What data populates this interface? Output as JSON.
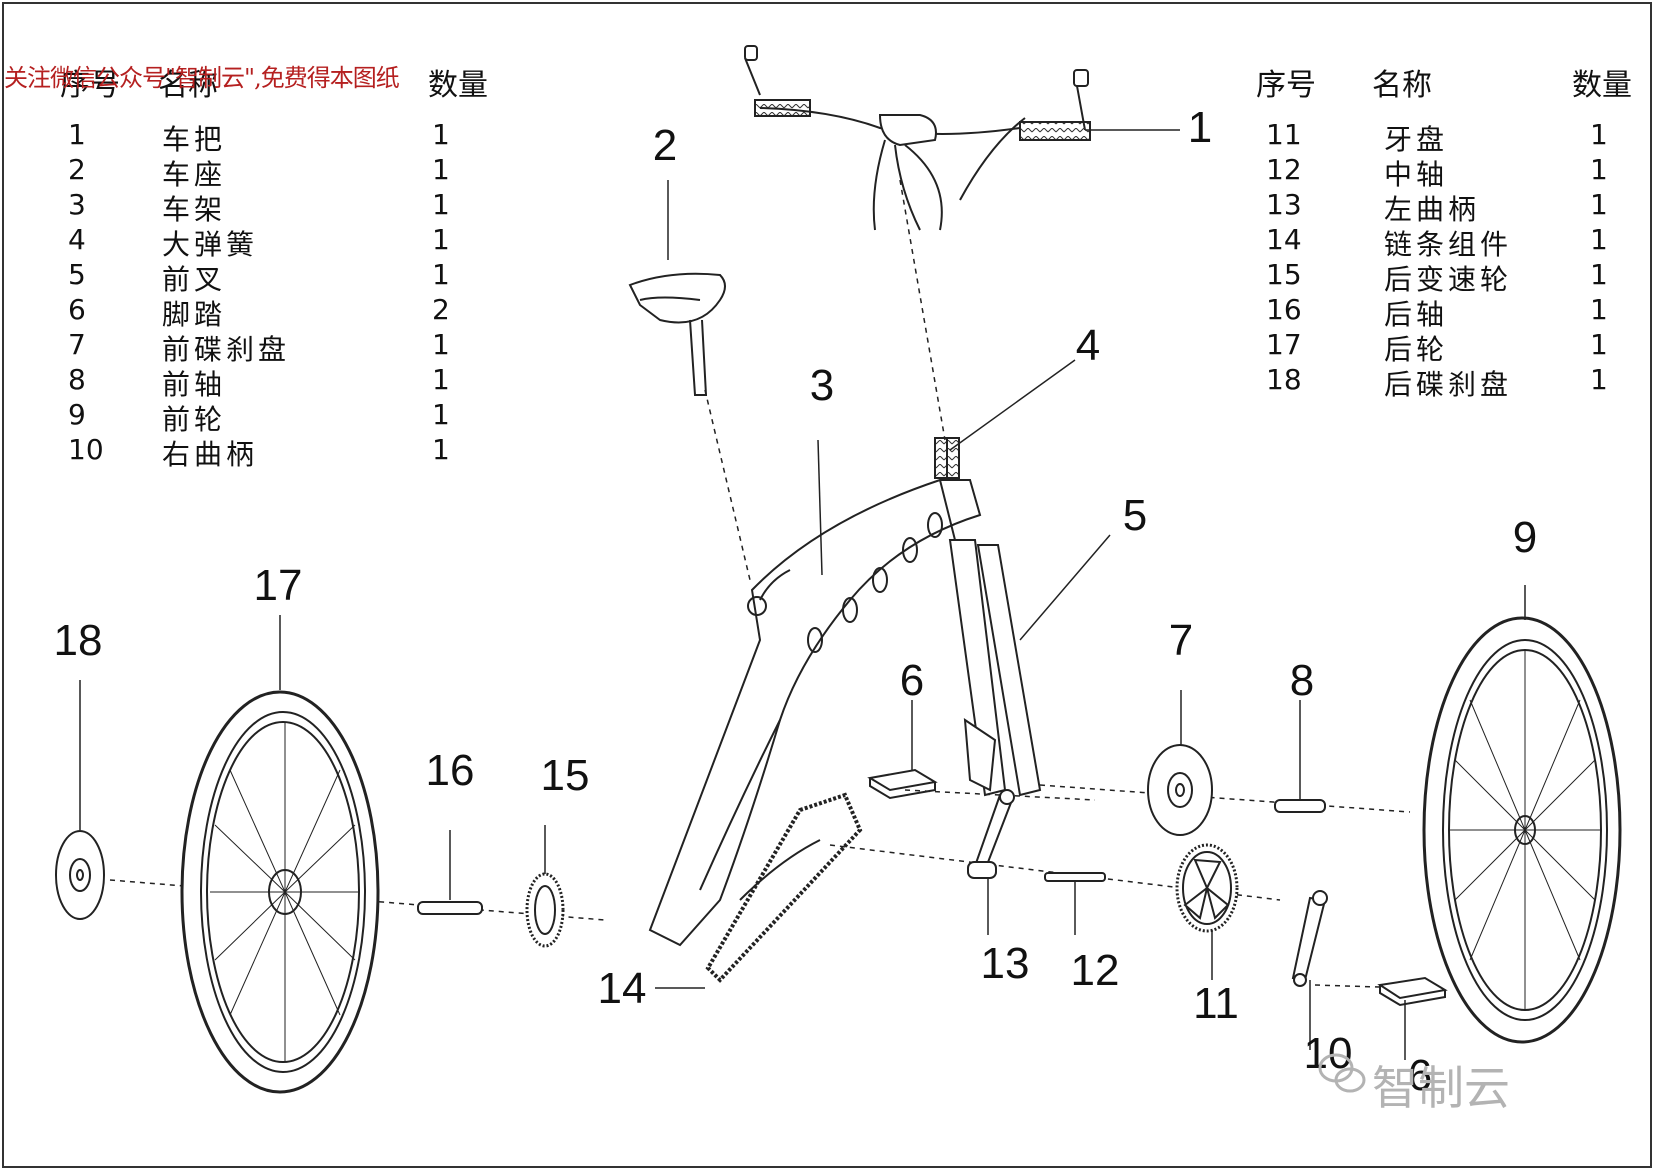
{
  "watermark": "关注微信公众号\"智制云\",免费得本图纸",
  "table_left": {
    "headers": {
      "no": "序号",
      "name": "名称",
      "qty": "数量"
    },
    "rows": [
      {
        "no": "1",
        "name": "车把",
        "qty": "1"
      },
      {
        "no": "2",
        "name": "车座",
        "qty": "1"
      },
      {
        "no": "3",
        "name": "车架",
        "qty": "1"
      },
      {
        "no": "4",
        "name": "大弹簧",
        "qty": "1"
      },
      {
        "no": "5",
        "name": "前叉",
        "qty": "1"
      },
      {
        "no": "6",
        "name": "脚踏",
        "qty": "2"
      },
      {
        "no": "7",
        "name": "前碟刹盘",
        "qty": "1"
      },
      {
        "no": "8",
        "name": "前轴",
        "qty": "1"
      },
      {
        "no": "9",
        "name": "前轮",
        "qty": "1"
      },
      {
        "no": "10",
        "name": "右曲柄",
        "qty": "1"
      }
    ]
  },
  "table_right": {
    "headers": {
      "no": "序号",
      "name": "名称",
      "qty": "数量"
    },
    "rows": [
      {
        "no": "11",
        "name": "牙盘",
        "qty": "1"
      },
      {
        "no": "12",
        "name": "中轴",
        "qty": "1"
      },
      {
        "no": "13",
        "name": "左曲柄",
        "qty": "1"
      },
      {
        "no": "14",
        "name": "链条组件",
        "qty": "1"
      },
      {
        "no": "15",
        "name": "后变速轮",
        "qty": "1"
      },
      {
        "no": "16",
        "name": "后轴",
        "qty": "1"
      },
      {
        "no": "17",
        "name": "后轮",
        "qty": "1"
      },
      {
        "no": "18",
        "name": "后碟刹盘",
        "qty": "1"
      }
    ]
  },
  "callouts": [
    "1",
    "2",
    "3",
    "4",
    "5",
    "6",
    "7",
    "8",
    "9",
    "10",
    "11",
    "12",
    "13",
    "14",
    "15",
    "16",
    "17",
    "18",
    "6"
  ],
  "logo_text": "智制云",
  "icons": {
    "logo": "wechat-icon"
  }
}
